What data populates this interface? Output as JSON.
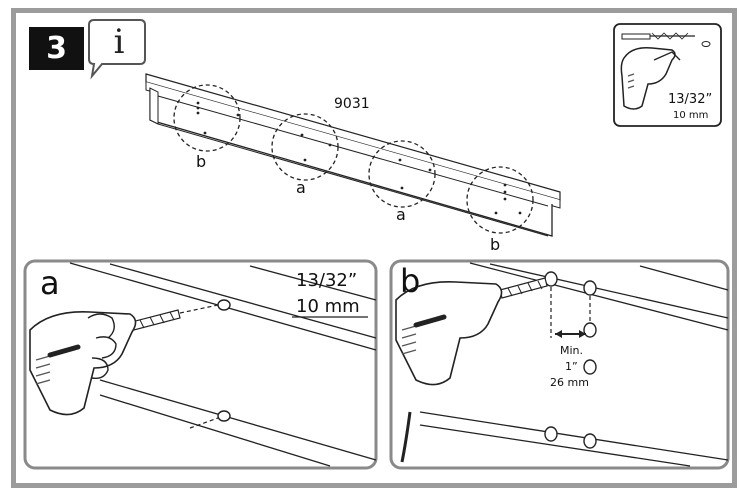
{
  "step": {
    "number": "3",
    "info_glyph": "i"
  },
  "overview": {
    "part_number": "9031",
    "callouts": [
      "b",
      "a",
      "a",
      "b"
    ]
  },
  "drill_spec": {
    "bit_size": "13/32”",
    "bit_metric": "10 mm"
  },
  "panel_a": {
    "letter": "a",
    "bit_size": "13/32”",
    "bit_metric": "10 mm"
  },
  "panel_b": {
    "letter": "b",
    "min_label": "Min.",
    "min_imperial": "1”",
    "min_metric": "26 mm"
  },
  "colors": {
    "frame": "#9c9c9c",
    "badge": "#111111",
    "line": "#1a1a1a",
    "panel_border": "#8a8a8a"
  }
}
